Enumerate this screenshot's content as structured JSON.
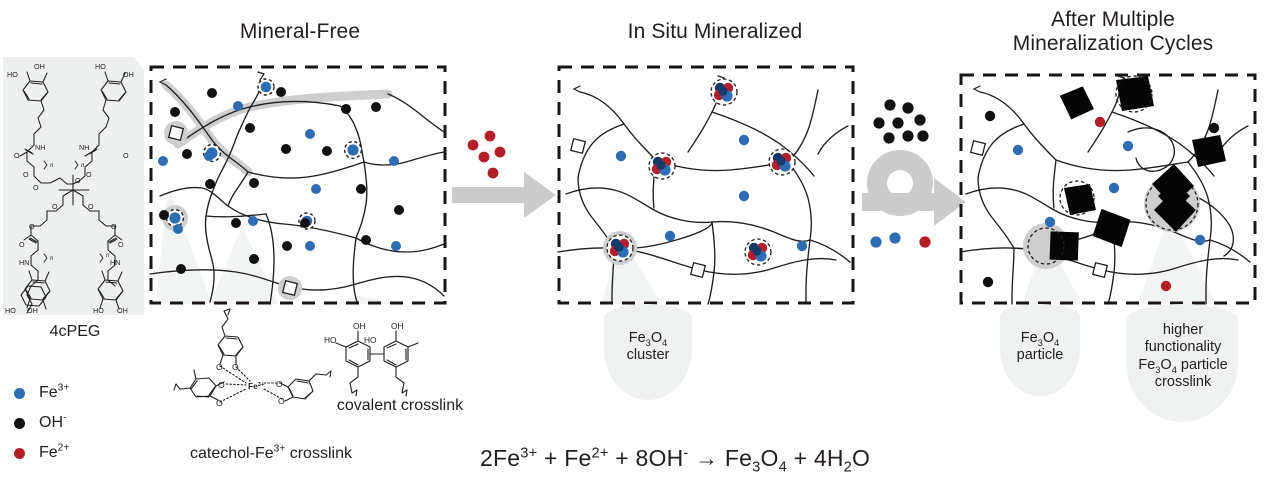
{
  "figure": {
    "type": "scientific-schematic",
    "subject": "Iron-oxide mineralization of catechol-functionalized 4-arm PEG hydrogel networks"
  },
  "panels": [
    {
      "id": "mineral-free",
      "title": "Mineral-Free"
    },
    {
      "id": "in-situ",
      "title": "In Situ Mineralized"
    },
    {
      "id": "after-cycles",
      "title_line1": "After Multiple",
      "title_line2": "Mineralization Cycles"
    }
  ],
  "structure_label": {
    "name": "4cPEG"
  },
  "legend": {
    "items": [
      {
        "symbol": "Fe",
        "charge": "3+",
        "color": "#2E6DB4",
        "name": "ferric-ion"
      },
      {
        "symbol": "OH",
        "charge": "-",
        "color": "#111111",
        "name": "hydroxide-ion"
      },
      {
        "symbol": "Fe",
        "charge": "2+",
        "color": "#B41E28",
        "name": "ferrous-ion"
      }
    ]
  },
  "callouts": {
    "catechol_crosslink": {
      "text_a": "catechol-Fe",
      "sup": "3+",
      "text_b": " crosslink",
      "metal_label": "Fe",
      "metal_sup": "3+"
    },
    "covalent_crosslink": {
      "text": "covalent crosslink"
    },
    "cluster": {
      "line1_a": "Fe",
      "line1_sub1": "3",
      "line1_b": "O",
      "line1_sub2": "4",
      "line2": "cluster"
    },
    "particle": {
      "line1_a": "Fe",
      "line1_sub1": "3",
      "line1_b": "O",
      "line1_sub2": "4",
      "line2": "particle"
    },
    "functionality": {
      "line1": "higher",
      "line2": "functionality",
      "line3_a": "Fe",
      "line3_sub1": "3",
      "line3_b": "O",
      "line3_sub2": "4",
      "line3_c": " particle",
      "line4": "crosslink"
    }
  },
  "equation": {
    "t1": "2Fe",
    "s1": "3+",
    "t2": " + Fe",
    "s2": "2+",
    "t3": " + 8OH",
    "s3": "-",
    "arrow": " → ",
    "t4": "Fe",
    "b1": "3",
    "t5": "O",
    "b2": "4",
    "t6": " + 4H",
    "b3": "2",
    "t7": "O"
  },
  "molecule_labels": {
    "oh": "OH",
    "ho": "HO",
    "nh": "NH",
    "hn": "HN",
    "o": "O",
    "n": "n"
  },
  "colors": {
    "ferric_blue": "#2E6DB4",
    "ferrous_red": "#B41E28",
    "hydroxide_black": "#111111",
    "arrow_gray": "#CBCBCB",
    "halo_gray": "#C9C9C9",
    "callout_fill": "#EFF1F1",
    "panel_border": "#1a1515"
  }
}
